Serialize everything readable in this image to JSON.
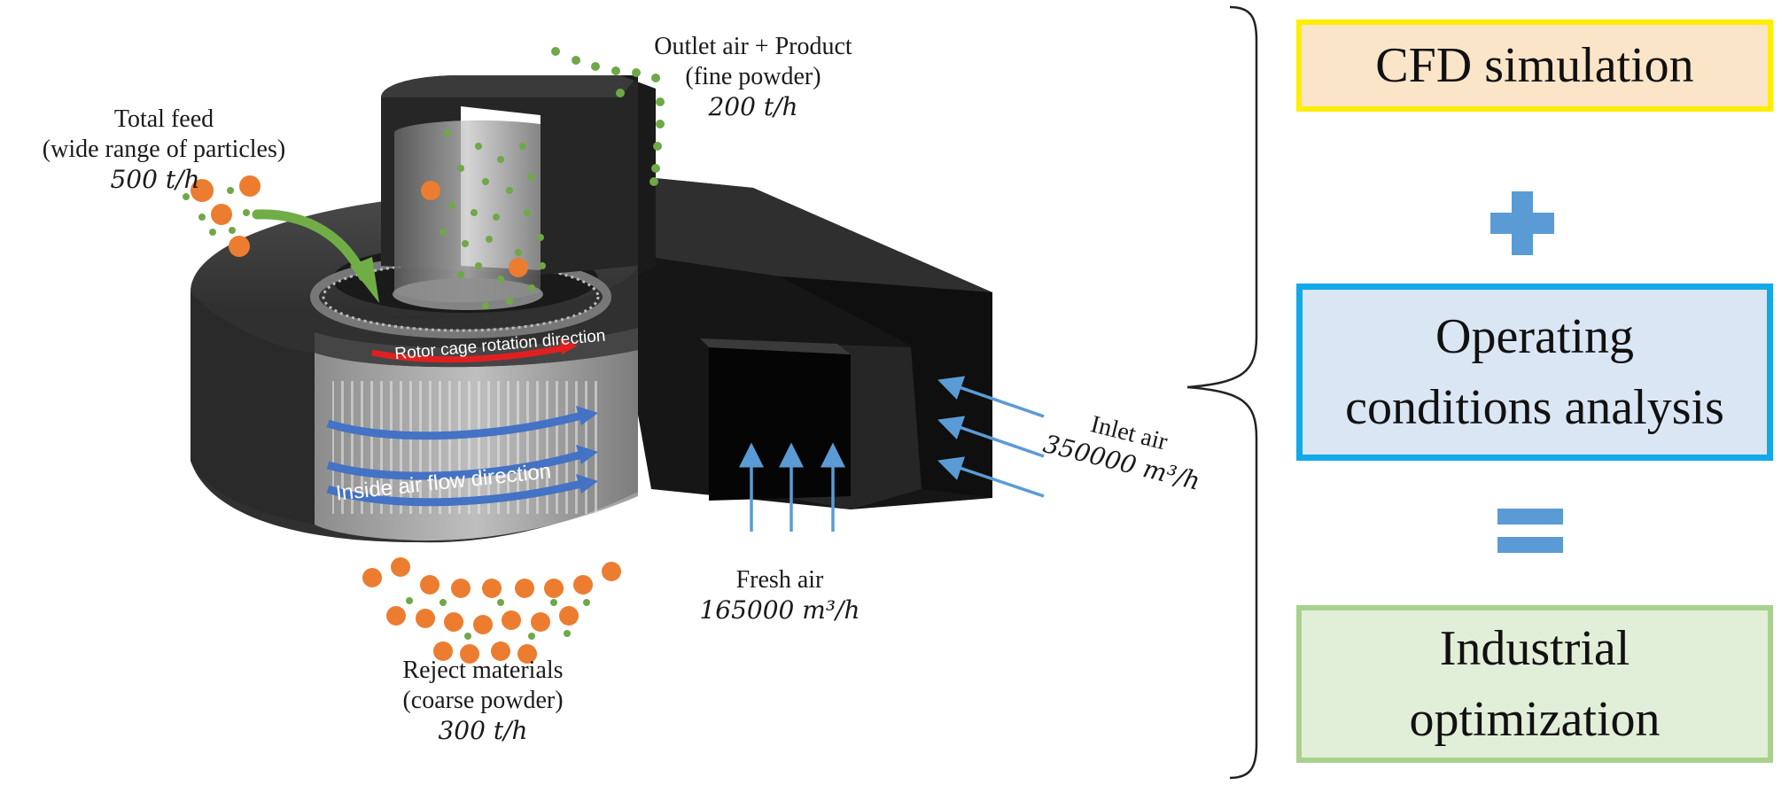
{
  "labels": {
    "total_feed": {
      "line1": "Total feed",
      "line2": "(wide range of particles)",
      "line3": "500 t/h"
    },
    "outlet": {
      "line1": "Outlet air + Product",
      "line2": "(fine powder)",
      "line3": "200 t/h"
    },
    "reject": {
      "line1": "Reject materials",
      "line2": "(coarse powder)",
      "line3": "300 t/h"
    },
    "fresh_air": {
      "line1": "Fresh air",
      "line2": "165000 m³/h"
    },
    "inlet_air": {
      "line1": "Inlet air",
      "line2": "350000 m³/h"
    },
    "rotor_text": "Rotor cage rotation direction",
    "inside_text": "Inside air flow direction"
  },
  "steps": {
    "cfd": "CFD simulation",
    "operating_line1": "Operating",
    "operating_line2": "conditions analysis",
    "industrial_line1": "Industrial",
    "industrial_line2": "optimization"
  },
  "colors": {
    "cfd_border": "#ffee00",
    "cfd_fill": "#fbe5c8",
    "operating_border": "#12a9e8",
    "operating_fill": "#dae6f3",
    "industrial_border": "#a9d18e",
    "industrial_fill": "#e1eed8",
    "operator_blue": "#5b9bd5",
    "particle_orange": "#ec7d30",
    "particle_green": "#6fa848",
    "arrow_blue": "#5b9bd5",
    "arrow_red": "#e02020",
    "feed_arrow_green": "#70ad47"
  },
  "icons": {
    "plus": "plus-icon",
    "equals": "equals-icon",
    "brace": "curly-brace-icon"
  }
}
